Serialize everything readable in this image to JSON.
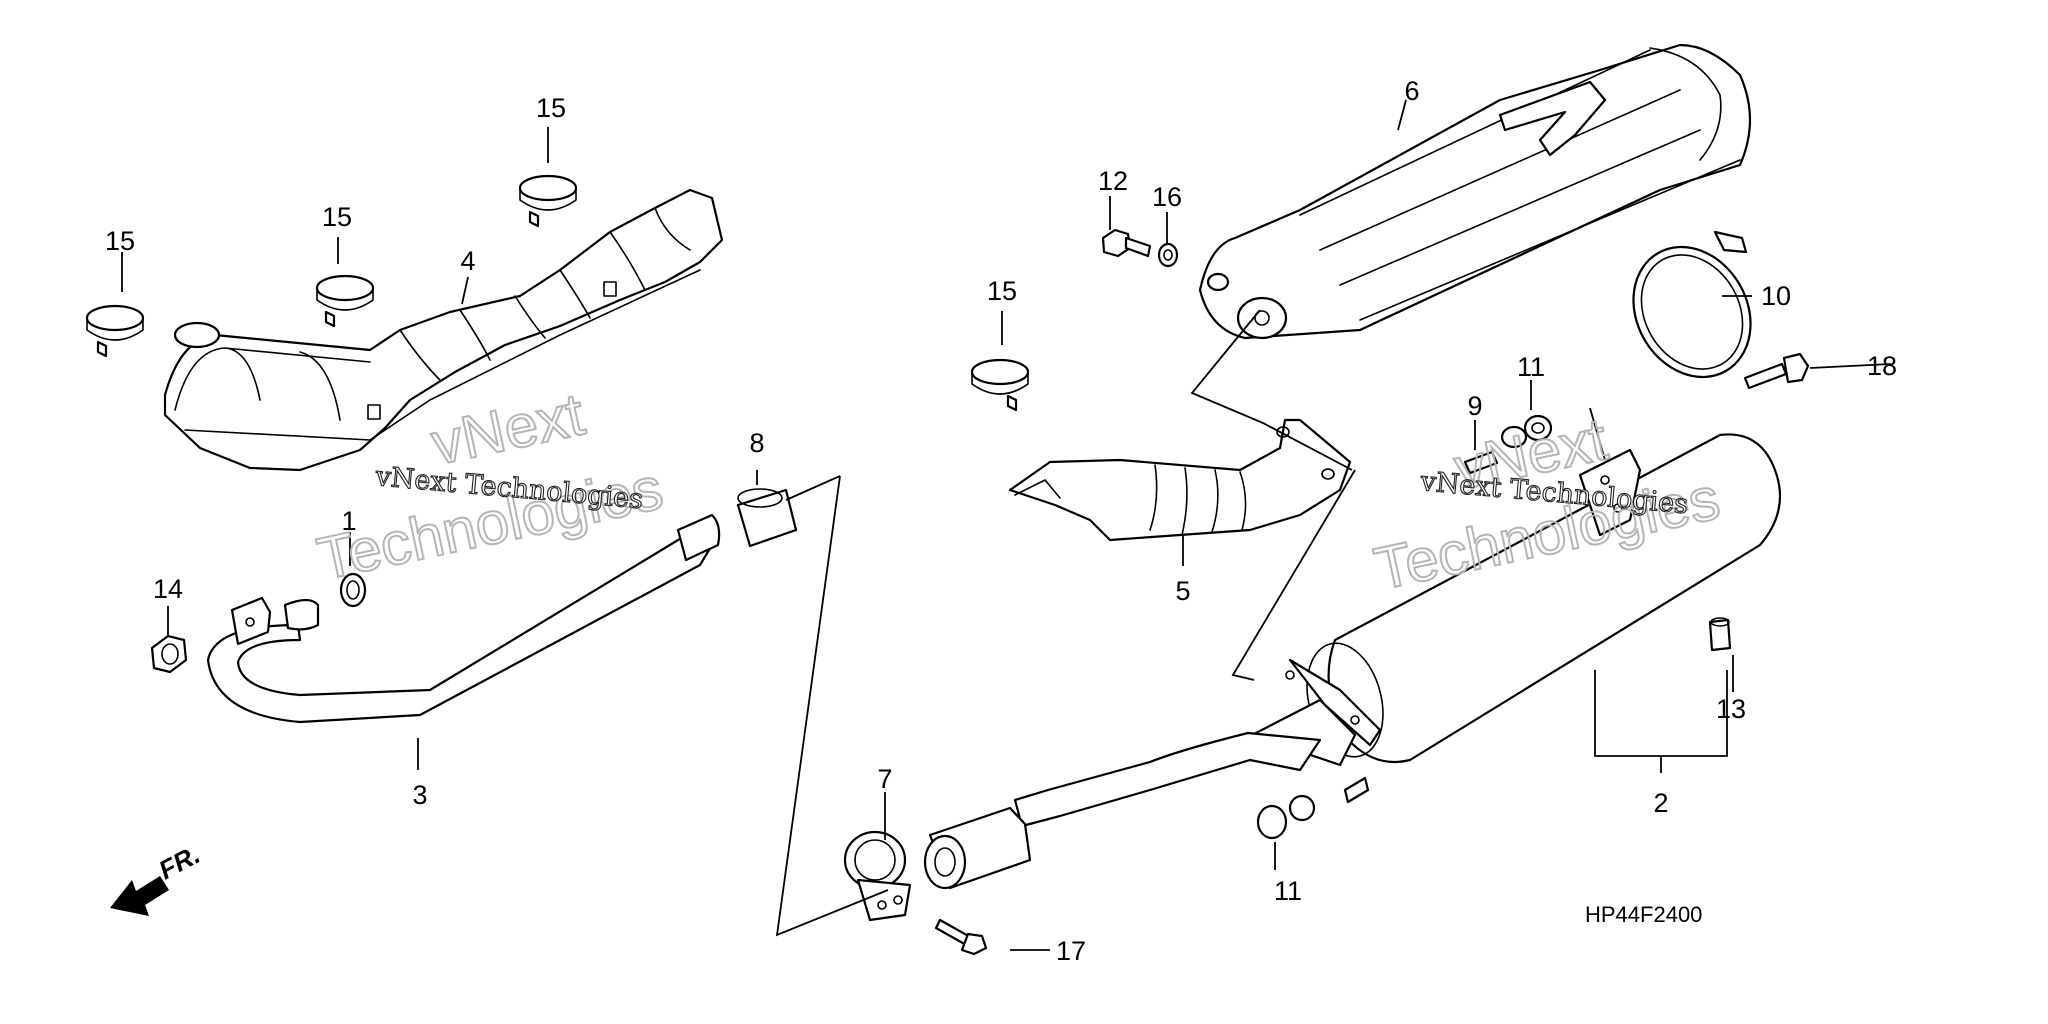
{
  "diagram_code": "HP44F2400",
  "front_marker": "FR.",
  "watermarks": {
    "brand_line1": "vNext",
    "brand_line2": "Technologies",
    "full": "vNext Technologies"
  },
  "callouts": {
    "c1": "1",
    "c2": "2",
    "c3": "3",
    "c4": "4",
    "c5": "5",
    "c6": "6",
    "c7": "7",
    "c8": "8",
    "c9": "9",
    "c10": "10",
    "c11a": "11",
    "c11b": "11",
    "c12": "12",
    "c13": "13",
    "c14": "14",
    "c15a": "15",
    "c15b": "15",
    "c15c": "15",
    "c15d": "15",
    "c16": "16",
    "c17": "17",
    "c18": "18"
  },
  "colors": {
    "line": "#000000",
    "background": "#ffffff",
    "watermark": "#b5b5b5"
  }
}
